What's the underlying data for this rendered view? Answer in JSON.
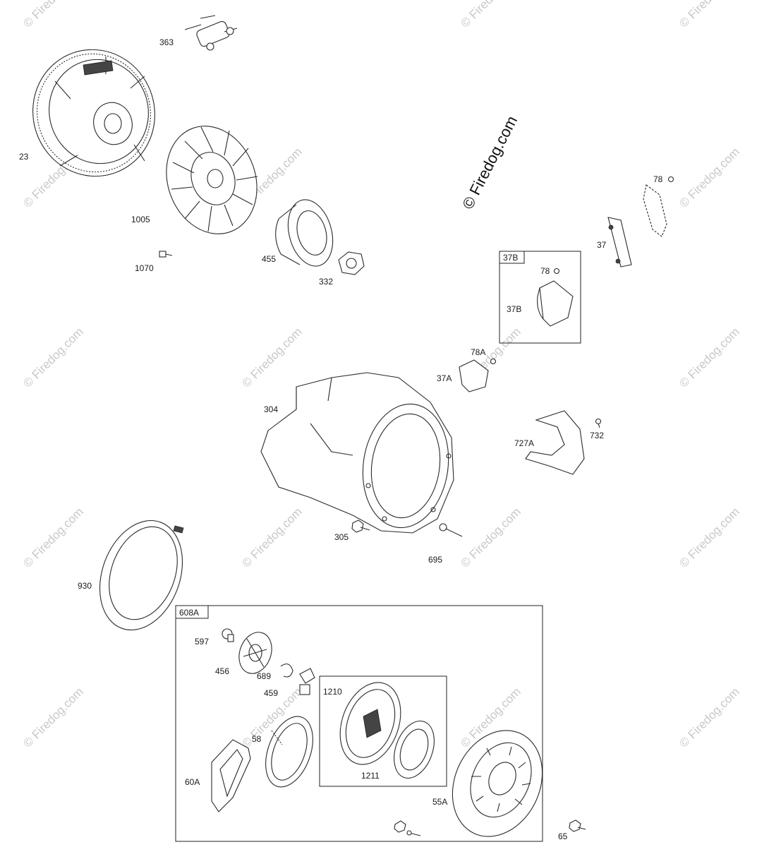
{
  "watermark": {
    "main": "© Firedog.com",
    "repeat": "© Firedog.com"
  },
  "boxes": {
    "box_37b": "37B",
    "box_608a": "608A"
  },
  "parts": {
    "p363": "363",
    "p23": "23",
    "p1005": "1005",
    "p1070": "1070",
    "p455": "455",
    "p332": "332",
    "p78_top": "78",
    "p37": "37",
    "p78_box": "78",
    "p37b": "37B",
    "p78a": "78A",
    "p37a": "37A",
    "p304": "304",
    "p727a": "727A",
    "p732": "732",
    "p305": "305",
    "p695": "695",
    "p930": "930",
    "p597": "597",
    "p456": "456",
    "p689": "689",
    "p459": "459",
    "p1210": "1210",
    "p58": "58",
    "p60a": "60A",
    "p1211": "1211",
    "p55a": "55A",
    "p65": "65"
  },
  "colors": {
    "line": "#2a2a2a",
    "watermark": "#c8c8c8",
    "background": "#ffffff"
  }
}
